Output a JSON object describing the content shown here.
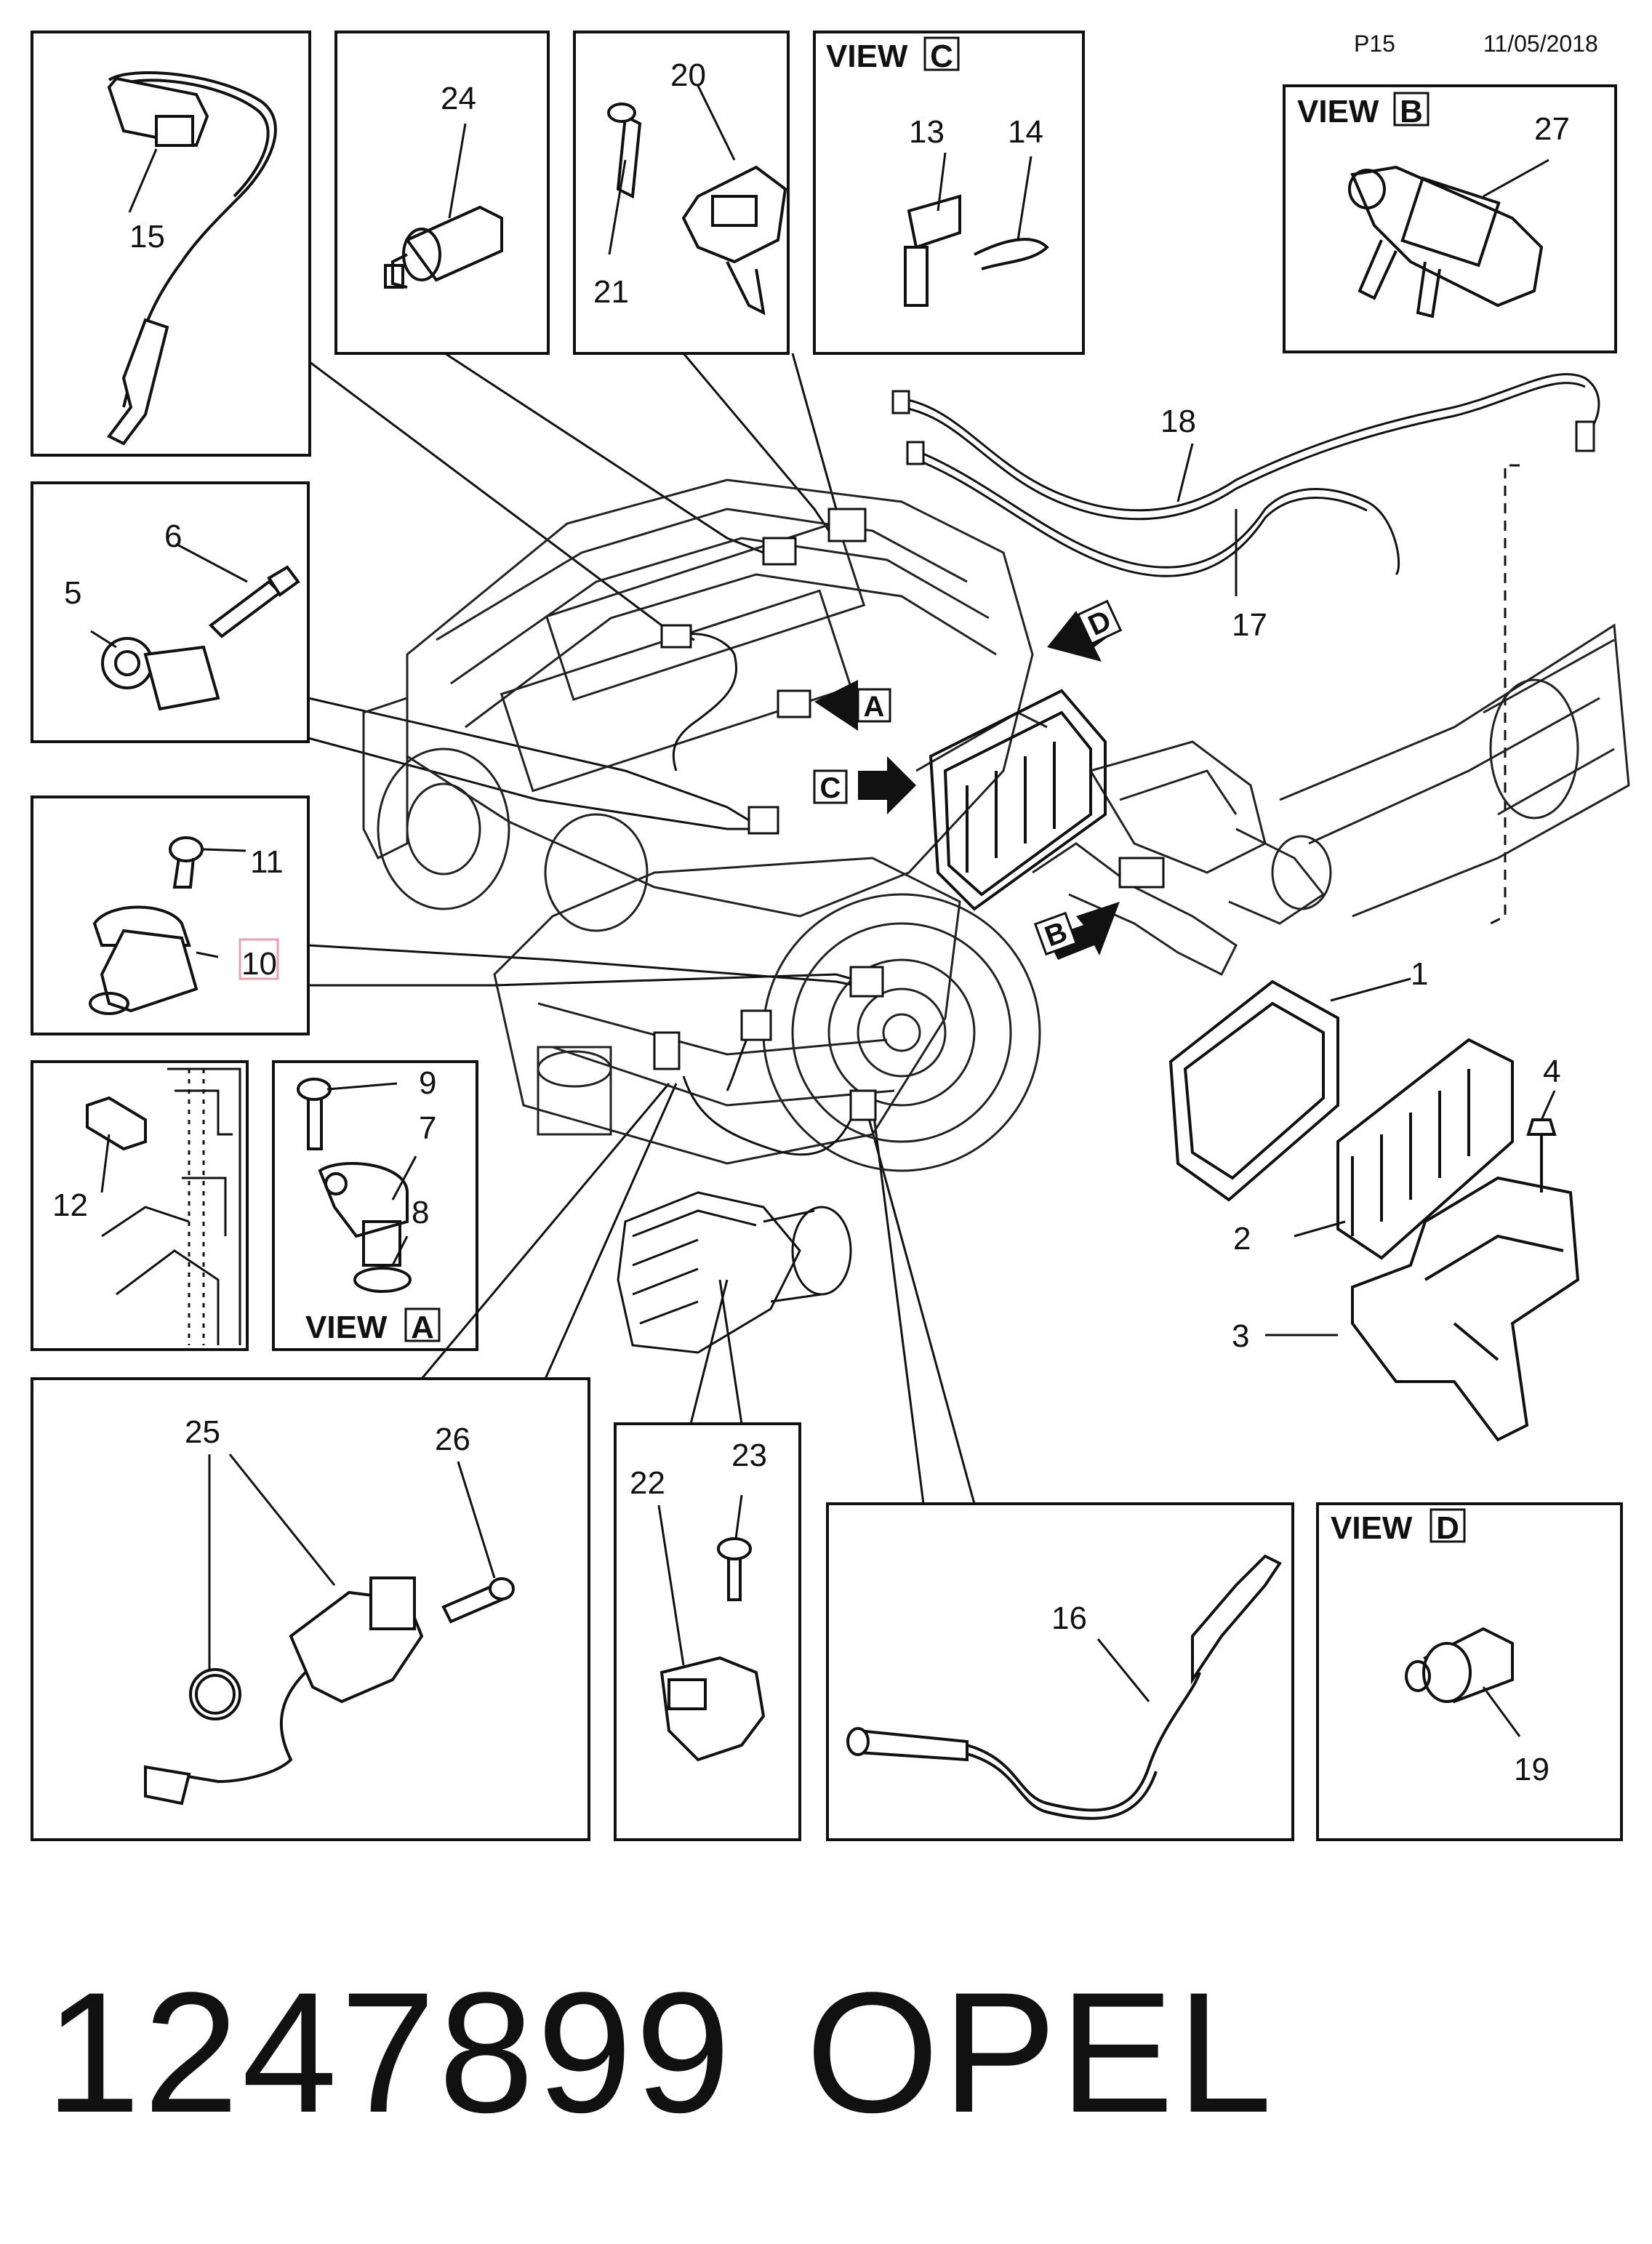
{
  "header": {
    "page": "P15",
    "date": "11/05/2018"
  },
  "footer": {
    "part_number": "1247899",
    "brand": "OPEL"
  },
  "views": {
    "view_word": "VIEW",
    "a": "A",
    "b": "B",
    "c": "C",
    "d": "D"
  },
  "arrows": {
    "a": "A",
    "b": "B",
    "c": "C",
    "d": "D"
  },
  "callouts": {
    "n1": "1",
    "n2": "2",
    "n3": "3",
    "n4": "4",
    "n5": "5",
    "n6": "6",
    "n7": "7",
    "n8": "8",
    "n9": "9",
    "n10": "10",
    "n11": "11",
    "n12": "12",
    "n13": "13",
    "n14": "14",
    "n15": "15",
    "n16": "16",
    "n17": "17",
    "n18": "18",
    "n19": "19",
    "n20": "20",
    "n21": "21",
    "n22": "22",
    "n23": "23",
    "n24": "24",
    "n25": "25",
    "n26": "26",
    "n27": "27"
  },
  "colors": {
    "line": "#111111",
    "highlight_box": "#e8a0b0"
  }
}
